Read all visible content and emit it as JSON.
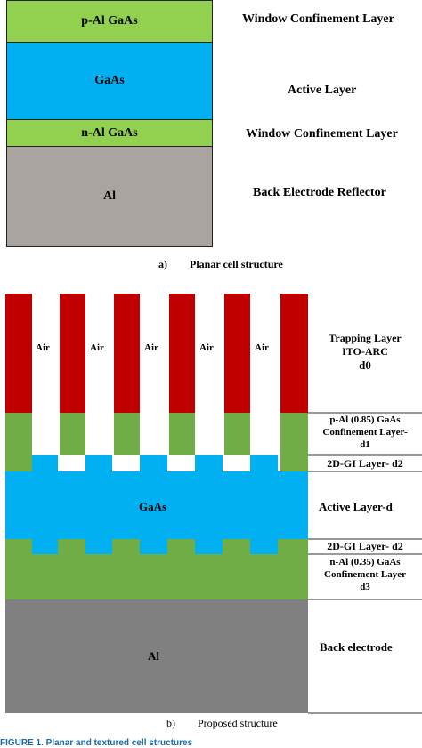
{
  "planar": {
    "layers": [
      {
        "material": "p-Al GaAs",
        "role": "Window Confinement Layer",
        "color": "#92d050"
      },
      {
        "material": "GaAs",
        "role": "Active Layer",
        "color": "#00b0f0"
      },
      {
        "material": "n-Al GaAs",
        "role": "Window Confinement Layer",
        "color": "#92d050"
      },
      {
        "material": "Al",
        "role": "Back Electrode Reflector",
        "color": "#aaa4a0"
      }
    ],
    "caption_letter": "a)",
    "caption_text": "Planar cell structure"
  },
  "proposed": {
    "air_label": "Air",
    "trapping": {
      "line1": "Trapping Layer",
      "line2": "ITO-ARC",
      "thickness": "d0"
    },
    "p_confinement": {
      "line1": "p-Al (0.85) GaAs",
      "line2": "Confinement Layer-",
      "thickness": "d1"
    },
    "gi_top": "2D-GI Layer- d2",
    "active_material": "GaAs",
    "active_role": "Active Layer-d",
    "gi_bottom": "2D-GI Layer- d2",
    "n_confinement": {
      "line1": "n-Al (0.35) GaAs",
      "line2": "Confinement Layer",
      "thickness": "d3"
    },
    "electrode_material": "Al",
    "electrode_role": "Back electrode",
    "caption_letter": "b)",
    "caption_text": "Proposed structure",
    "colors": {
      "red": "#c00000",
      "green": "#70ad47",
      "blue": "#00b0f0",
      "gray": "#808080"
    }
  },
  "footer_text": "FIGURE 1. Planar and textured cell structures"
}
